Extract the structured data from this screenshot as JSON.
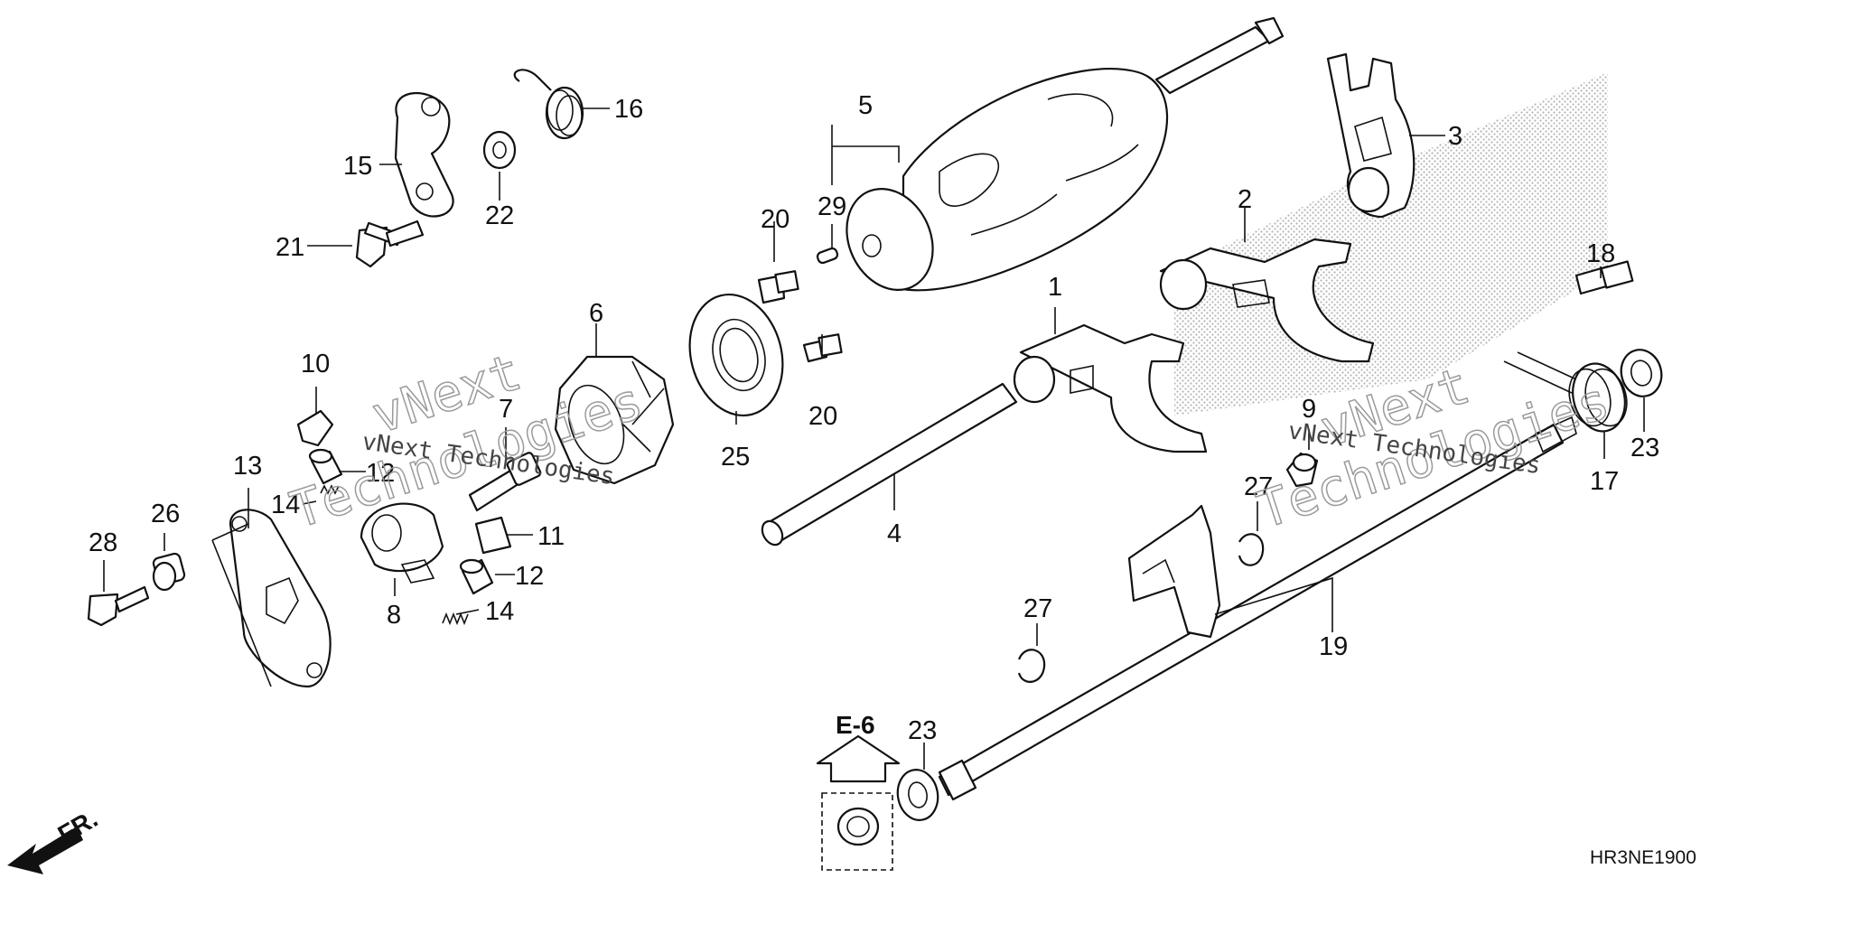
{
  "callouts": [
    "1",
    "2",
    "3",
    "4",
    "5",
    "6",
    "7",
    "8",
    "9",
    "10",
    "11",
    "12",
    "13",
    "14",
    "15",
    "16",
    "17",
    "18",
    "19",
    "20",
    "21",
    "22",
    "23",
    "25",
    "26",
    "27",
    "28",
    "29"
  ],
  "reference_label": "E-6",
  "front_label": "FR.",
  "diagram_code": "HR3NE1900",
  "watermark_line1": "vNext",
  "watermark_line2": "Technologies",
  "watermark_full": "vNext Technologies",
  "colors": {
    "line": "#111111",
    "watermark": "#9a9a9a",
    "background": "#ffffff"
  }
}
